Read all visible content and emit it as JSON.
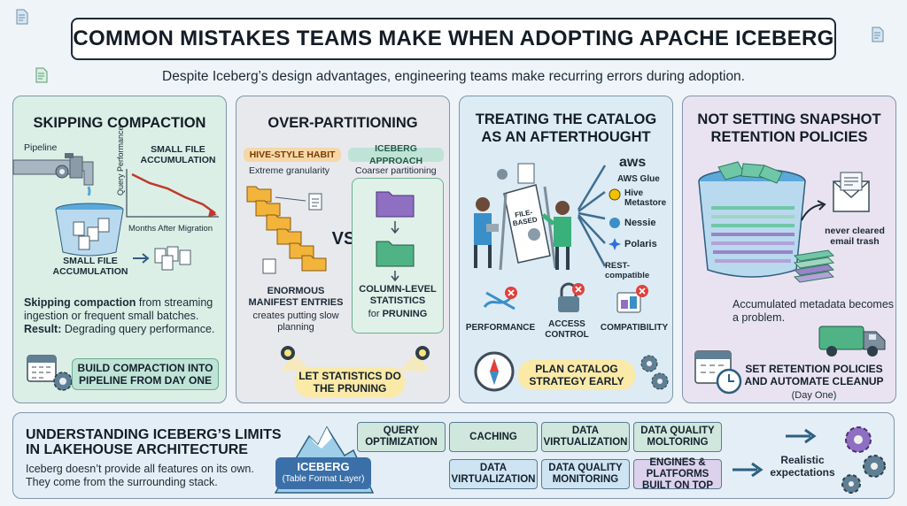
{
  "title": "COMMON MISTAKES TEAMS MAKE WHEN ADOPTING APACHE ICEBERG",
  "subtitle": "Despite Iceberg’s design advantages, engineering teams make recurring errors during adoption.",
  "panels": {
    "compaction": {
      "title": "SKIPPING COMPACTION",
      "pipeline_label": "Pipeline",
      "chart_title": "SMALL FILE ACCUMULATION",
      "chart_ylabel": "Query Performance",
      "chart_xlabel": "Months After Migration",
      "bucket_label": "SMALL FILE ACCUMULATION",
      "desc_bold": "Skipping compaction",
      "desc_rest": " from streaming ingestion or frequent small batches.",
      "result_bold": "Result:",
      "result_rest": " Degrading query performance.",
      "action": "BUILD COMPACTION INTO PIPELINE FROM DAY ONE"
    },
    "partitioning": {
      "title": "OVER-PARTITIONING",
      "hive_tag": "HIVE-STYLE HABIT",
      "hive_sub": "Extreme granularity",
      "iceberg_tag": "ICEBERG APPROACH",
      "iceberg_sub": "Coarser partitioning",
      "vs": "VS",
      "manifest_title": "ENORMOUS MANIFEST ENTRIES",
      "manifest_sub": "creates putting slow planning",
      "stats_title": "COLUMN-LEVEL STATISTICS",
      "stats_sub_pre": "for ",
      "stats_sub_bold": "PRUNING",
      "action": "LET STATISTICS DO THE PRUNING"
    },
    "catalog": {
      "title_line1": "TREATING THE CATALOG",
      "title_line2": "AS AN AFTERTHOUGHT",
      "file_label": "FILE-BASED",
      "catalogs": [
        "AWS Glue",
        "Hive Metastore",
        "Nessie",
        "Polaris",
        "REST-compatible"
      ],
      "aws_logo": "aws",
      "issues": [
        "PERFORMANCE",
        "ACCESS CONTROL",
        "COMPATIBILITY"
      ],
      "action": "PLAN CATALOG STRATEGY EARLY"
    },
    "snapshot": {
      "title_line1": "NOT SETTING SNAPSHOT",
      "title_line2": "RETENTION POLICIES",
      "trash_label": "never cleared email trash",
      "desc": "Accumulated metadata becomes a problem.",
      "action": "SET RETENTION POLICIES AND AUTOMATE CLEANUP",
      "action_sub": "(Day One)"
    }
  },
  "bottom": {
    "title_line1": "UNDERSTANDING ICEBERG’S LIMITS",
    "title_line2": "IN LAKEHOUSE ARCHITECTURE",
    "desc_line1": "Iceberg doesn’t provide all features on its own.",
    "desc_line2": "They come from the surrounding stack.",
    "iceberg_title": "ICEBERG",
    "iceberg_sub": "(Table Format Layer)",
    "boxes": [
      "QUERY OPTIMIZATION",
      "CACHING",
      "DATA VIRTUALIZATION",
      "DATA QUALITY MOLTORING",
      "DATA VIRTUALIZATION",
      "DATA QUALITY MONITORING",
      "ENGINES & PLATFORMS BUILT ON TOP"
    ],
    "outcome": "Realistic expectations"
  },
  "colors": {
    "green_panel": "#dcefe6",
    "gray_panel": "#e7e9ed",
    "blue_panel": "#dcebf4",
    "purple_panel": "#e8e2f1",
    "teal_action": "#bfe3d6",
    "yellow_action": "#fbe9a8",
    "folder": "#f2b43a",
    "decline_line": "#c0392b",
    "error_red": "#e0413a"
  }
}
